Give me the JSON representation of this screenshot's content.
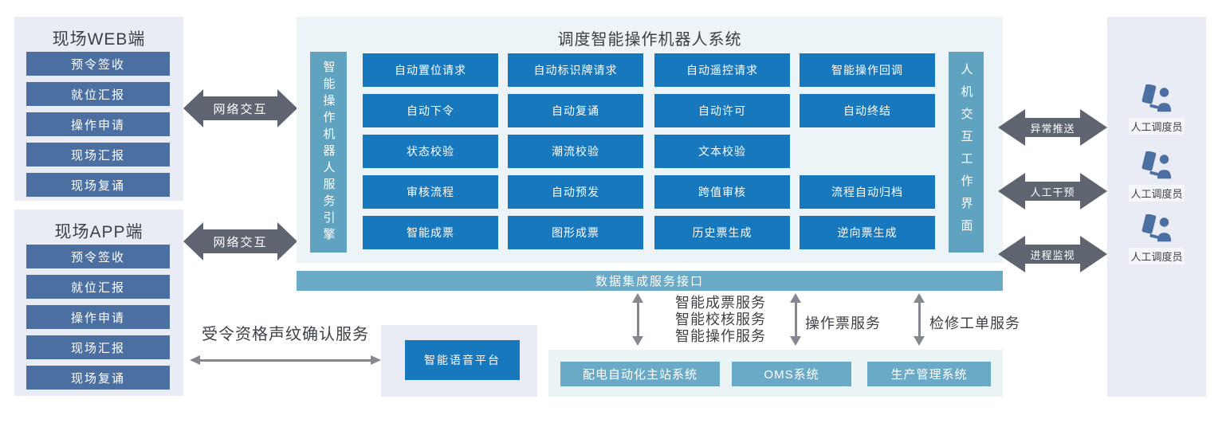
{
  "colors": {
    "slate_button": "#4b6fa1",
    "blue_button": "#1878be",
    "teal_bar": "#5fa3c1",
    "teal_box": "#6aaac6",
    "arrow_gray": "#5f6570",
    "panel_gray": "#e9ecf4",
    "panel_blue": "#edf4f7"
  },
  "web_panel": {
    "title": "现场WEB端",
    "buttons": [
      "预令签收",
      "就位汇报",
      "操作申请",
      "现场汇报",
      "现场复诵"
    ]
  },
  "app_panel": {
    "title": "现场APP端",
    "buttons": [
      "预令签收",
      "就位汇报",
      "操作申请",
      "现场汇报",
      "现场复诵"
    ]
  },
  "network_arrows": [
    "网络交互",
    "网络交互"
  ],
  "main_panel": {
    "title": "调度智能操作机器人系统",
    "engine_bar": "智能操作机器人服务引擎",
    "hmi_bar": "人机交互工作界面",
    "grid": [
      [
        "自动置位请求",
        "自动标识牌请求",
        "自动遥控请求",
        "智能操作回调"
      ],
      [
        "自动下令",
        "自动复诵",
        "自动许可",
        "自动终结"
      ],
      [
        "状态校验",
        "潮流校验",
        "文本校验"
      ],
      [
        "审核流程",
        "自动预发",
        "跨值审核",
        "流程自动归档"
      ],
      [
        "智能成票",
        "图形成票",
        "历史票生成",
        "逆向票生成"
      ]
    ]
  },
  "data_bar": "数据集成服务接口",
  "right_arrows": [
    "异常推送",
    "人工干预",
    "进程监视"
  ],
  "dispatchers": [
    "人工调度员",
    "人工调度员",
    "人工调度员"
  ],
  "voice": {
    "service_label": "受令资格声纹确认服务",
    "platform": "智能语音平台"
  },
  "services": {
    "group1": [
      "智能成票服务",
      "智能校核服务",
      "智能操作服务"
    ],
    "group2": "操作票服务",
    "group3": "检修工单服务"
  },
  "systems": [
    "配电自动化主站系统",
    "OMS系统",
    "生产管理系统"
  ]
}
